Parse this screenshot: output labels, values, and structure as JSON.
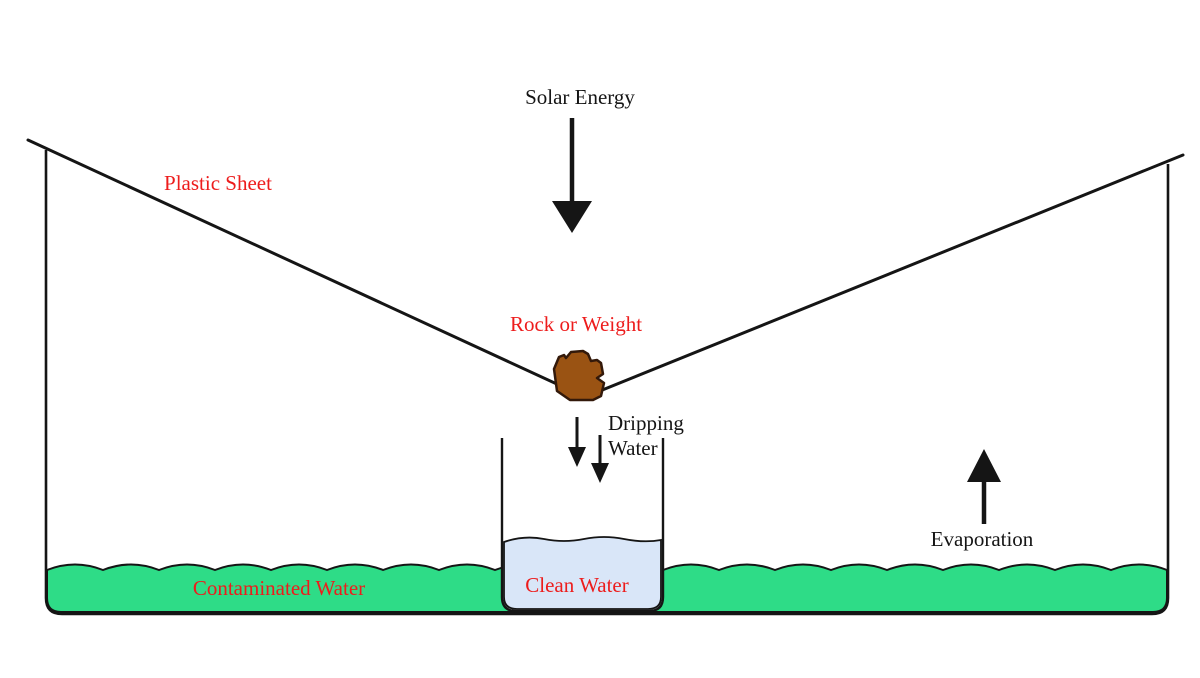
{
  "diagram": {
    "type": "solar-still-water-distillation",
    "labels": {
      "solar_energy": "Solar Energy",
      "plastic_sheet": "Plastic Sheet",
      "rock_or_weight": "Rock or Weight",
      "dripping_water_line1": "Dripping",
      "dripping_water_line2": "Water",
      "clean_water": "Clean Water",
      "contaminated_water": "Contaminated Water",
      "evaporation": "Evaporation"
    },
    "colors": {
      "label_red": "#ed1c1c",
      "text_black": "#151515",
      "line_black": "#151515",
      "contaminated_water_green": "#2edc87",
      "clean_water_blue": "#d9e6f8",
      "rock_brown": "#9a5313",
      "rock_outline": "#33190a",
      "background": "#ffffff"
    }
  }
}
